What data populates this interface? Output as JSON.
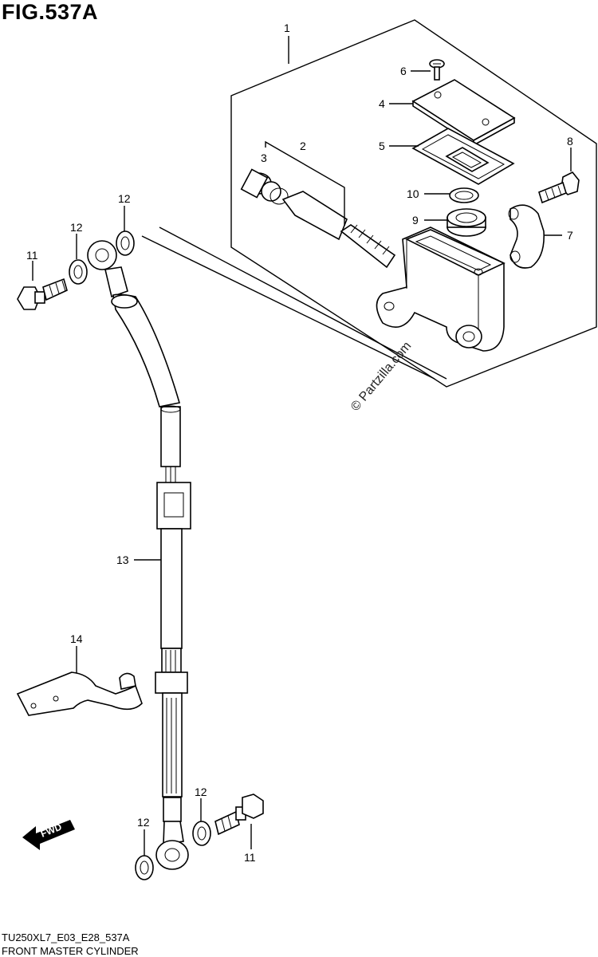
{
  "figure": {
    "title": "FIG.537A",
    "model_code": "TU250XL7_E03_E28_537A",
    "name": "FRONT MASTER CYLINDER",
    "watermark": "© Partzilla.com",
    "fwd_label": "FWD"
  },
  "callouts": {
    "c1": "1",
    "c2": "2",
    "c3": "3",
    "c4": "4",
    "c5": "5",
    "c6": "6",
    "c7": "7",
    "c8": "8",
    "c9": "9",
    "c10": "10",
    "c11a": "11",
    "c11b": "11",
    "c12a": "12",
    "c12b": "12",
    "c12c": "12",
    "c12d": "12",
    "c13": "13",
    "c14": "14"
  }
}
